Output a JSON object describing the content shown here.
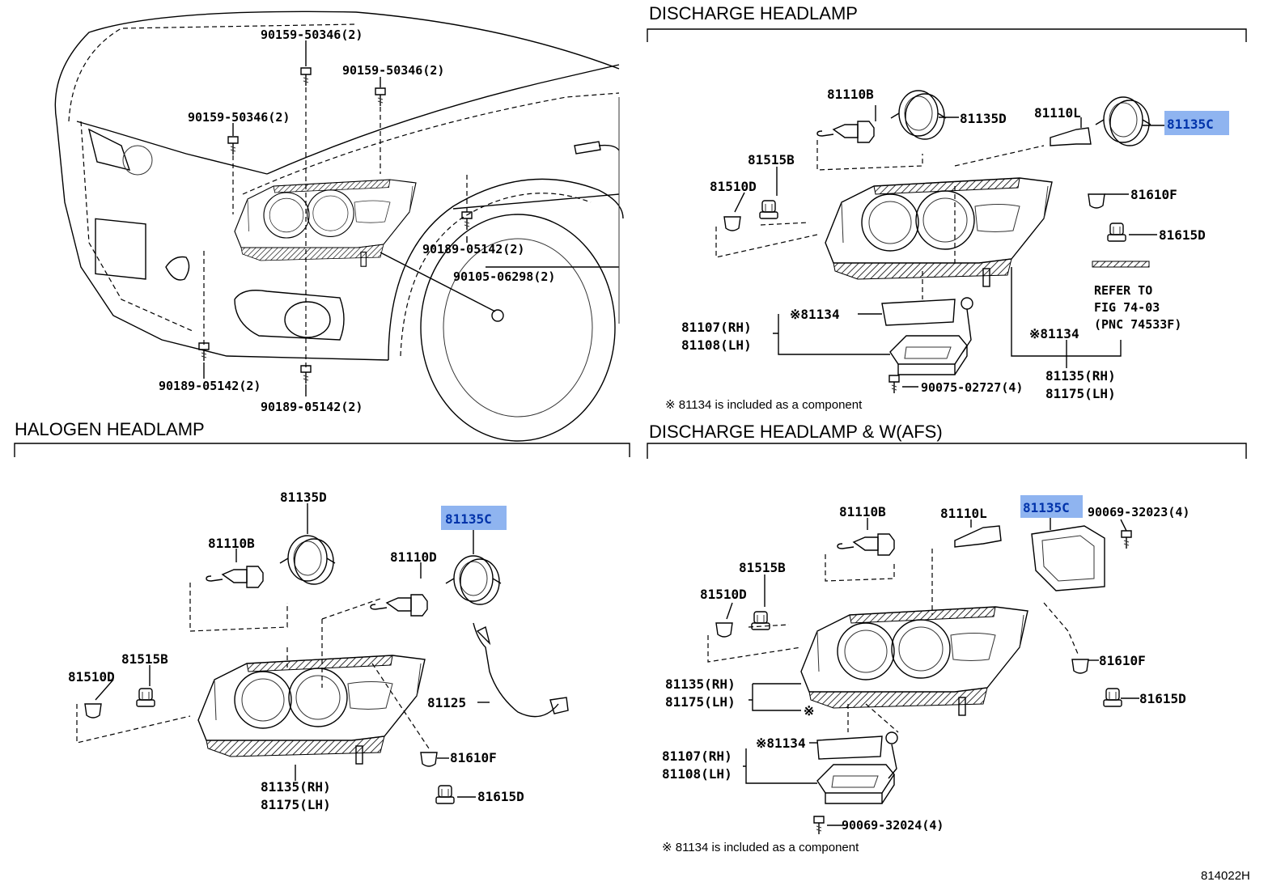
{
  "sections": {
    "discharge": "DISCHARGE HEADLAMP",
    "halogen": "HALOGEN HEADLAMP",
    "afs": "DISCHARGE HEADLAMP & W(AFS)"
  },
  "overview": {
    "labels": [
      "90159-50346(2)",
      "90159-50346(2)",
      "90159-50346(2)",
      "90189-05142(2)",
      "90105-06298(2)",
      "90189-05142(2)",
      "90189-05142(2)"
    ]
  },
  "discharge": {
    "labels": [
      "81110B",
      "81135D",
      "81110L",
      "81135C",
      "81515B",
      "81510D",
      "81610F",
      "81615D",
      "※81134",
      "81107(RH)",
      "81108(LH)",
      "※81134",
      "81135(RH)",
      "81175(LH)",
      "90075-02727(4)"
    ],
    "refer": [
      "REFER TO",
      "FIG 74-03",
      "(PNC 74533F)"
    ],
    "note": "※ 81134 is included as a component"
  },
  "halogen": {
    "labels": [
      "81135D",
      "81135C",
      "81110B",
      "81110D",
      "81515B",
      "81510D",
      "81125",
      "81610F",
      "81615D",
      "81135(RH)",
      "81175(LH)"
    ]
  },
  "afs": {
    "labels": [
      "81110B",
      "81110L",
      "81135C",
      "90069-32023(4)",
      "81515B",
      "81510D",
      "81610F",
      "81615D",
      "81135(RH)",
      "81175(LH)",
      "※",
      "※81134",
      "81107(RH)",
      "81108(LH)",
      "90069-32024(4)"
    ],
    "note": "※ 81134 is included as a component"
  },
  "figure_id": "814022H",
  "highlight_color": "#8fb4f0"
}
